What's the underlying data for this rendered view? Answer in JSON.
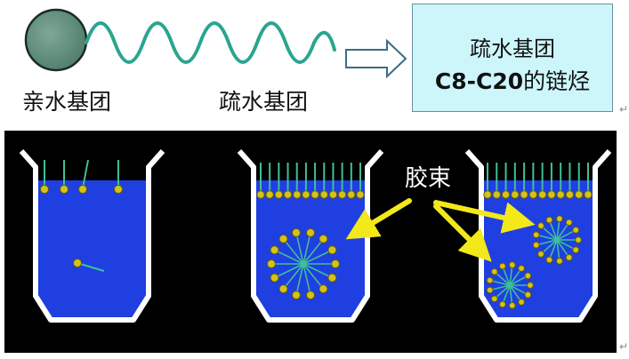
{
  "top": {
    "hydrophilic_label": "亲水基团",
    "hydrophobic_label": "疏水基团",
    "box_line1": "疏水基团",
    "box_chain_range": "C8-C20",
    "box_chain_suffix": "的链烃"
  },
  "bottom": {
    "micelle_label": "胶束"
  },
  "colors": {
    "water": "#1f3fe0",
    "tail": "#3fbf98",
    "head": "#d4c21a",
    "arrow": "#f2e81a",
    "panel_bg": "#000000"
  },
  "paragraph_mark": "↵"
}
